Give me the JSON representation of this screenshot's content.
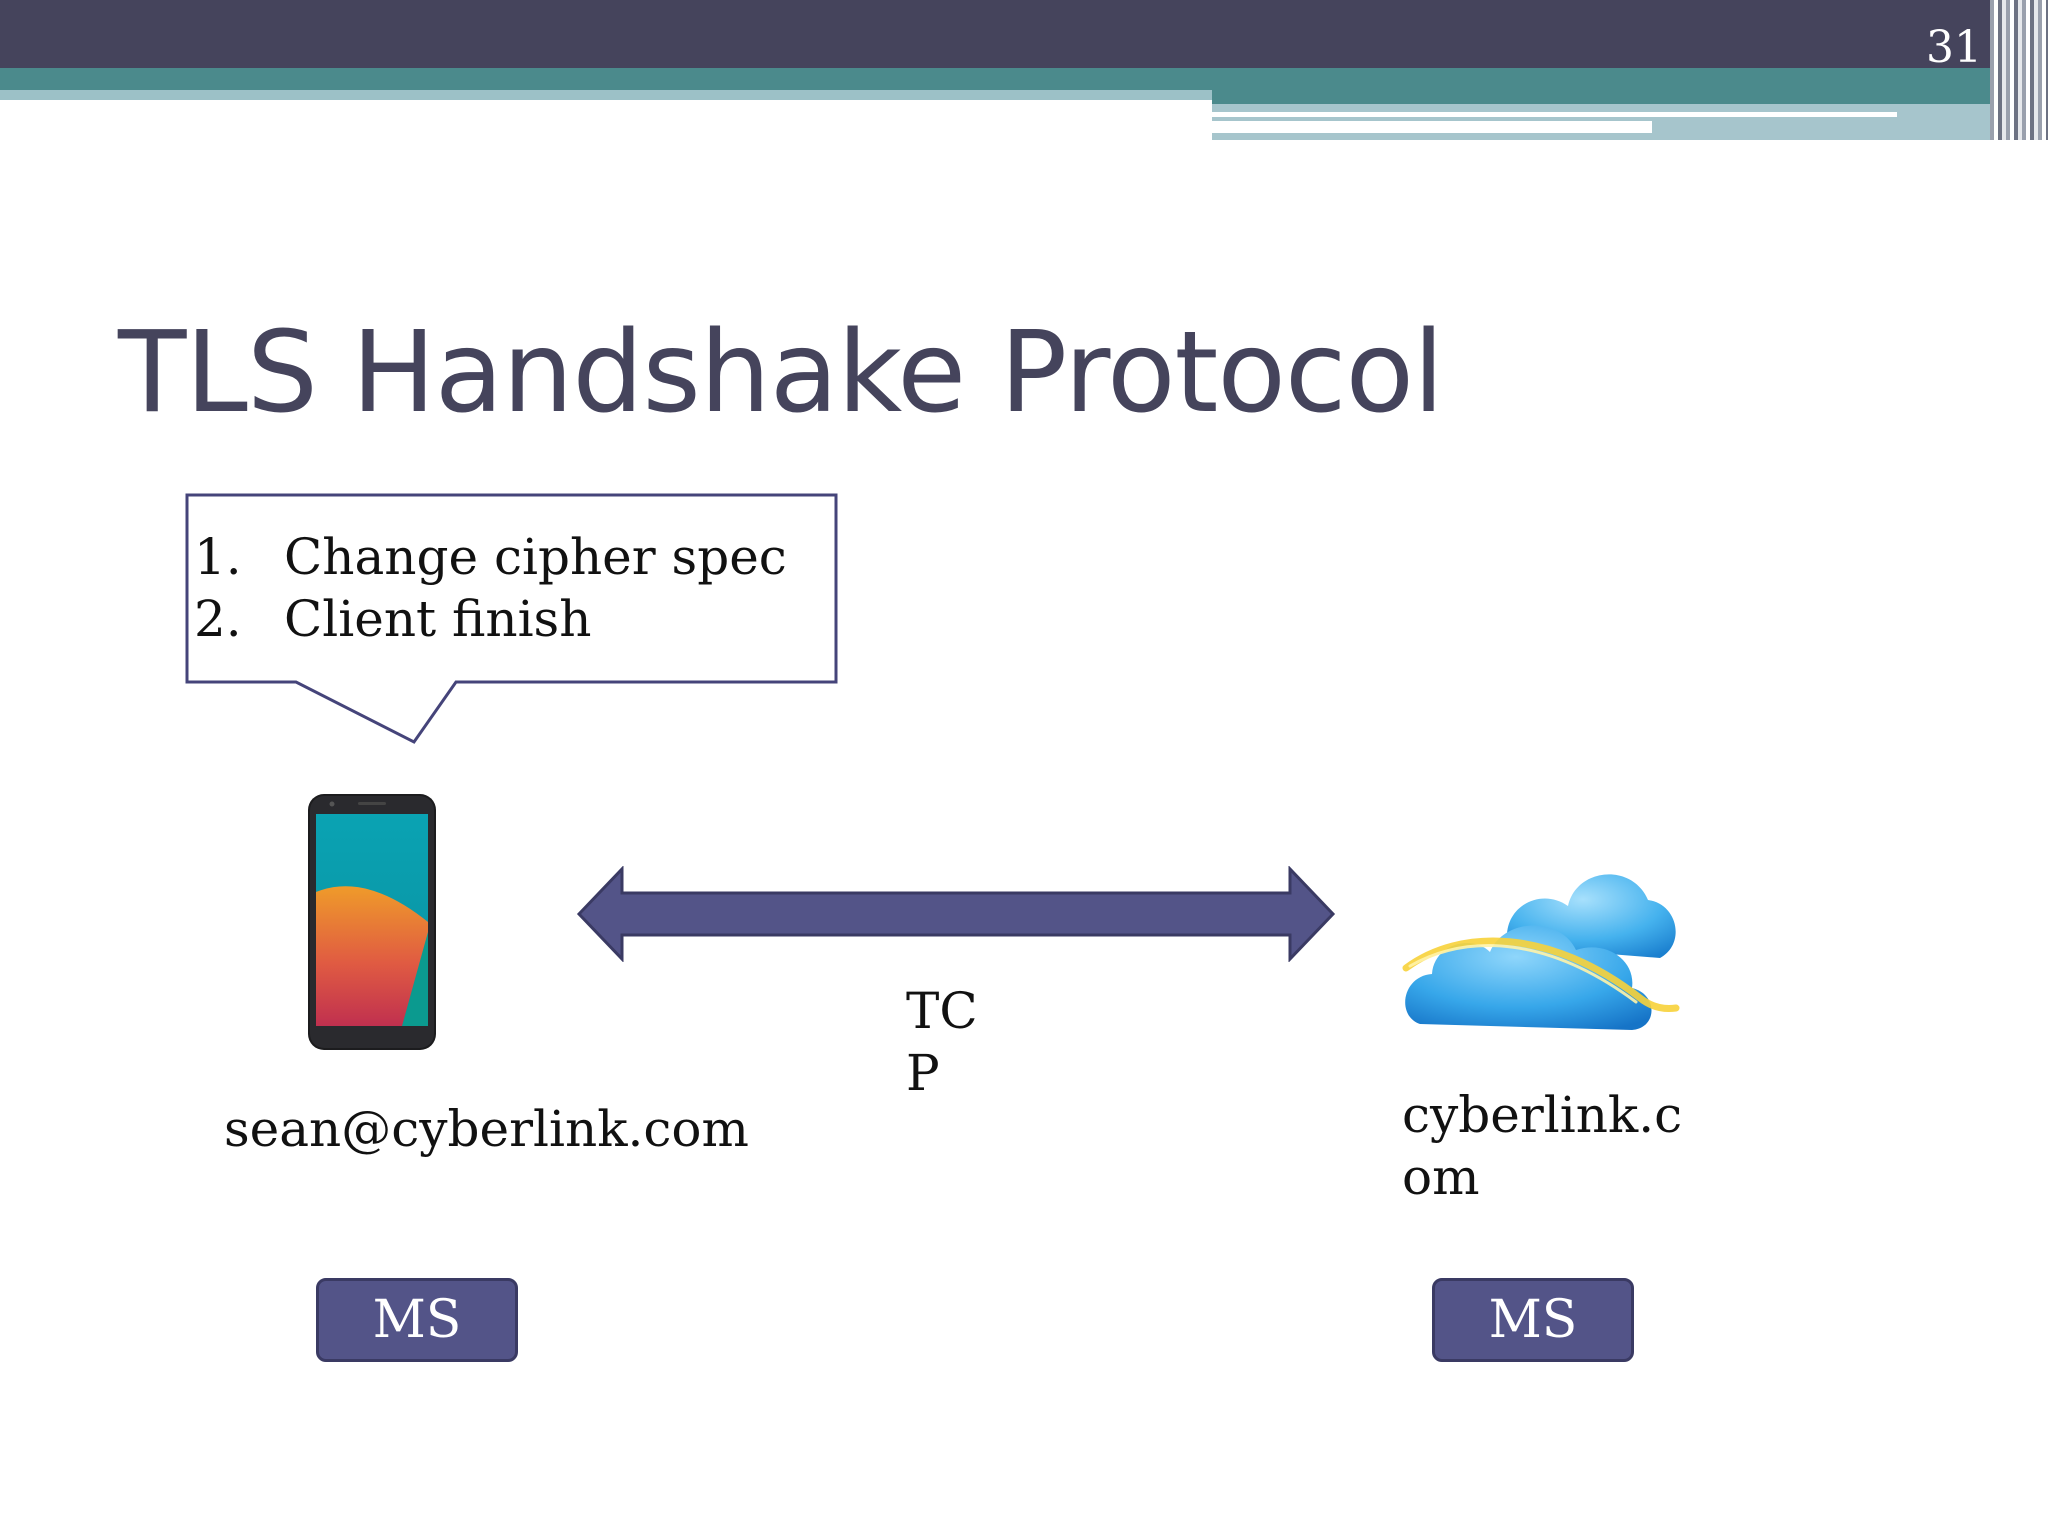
{
  "slide": {
    "number": "31",
    "title": "TLS Handshake Protocol"
  },
  "callout": {
    "items": [
      {
        "num": "1.",
        "text": "Change cipher spec"
      },
      {
        "num": "2.",
        "text": "Client finish"
      }
    ]
  },
  "connection": {
    "label": "TCP"
  },
  "client": {
    "label": "sean@cyberlink.com",
    "key_label": "MS",
    "icon": "smartphone-icon"
  },
  "server": {
    "label": "cyberlink.com",
    "key_label": "MS",
    "icon": "cloud-icon"
  },
  "colors": {
    "header_dark": "#45445c",
    "header_teal": "#4b8a8c",
    "accent_purple": "#535488",
    "title_color": "#45445c"
  }
}
